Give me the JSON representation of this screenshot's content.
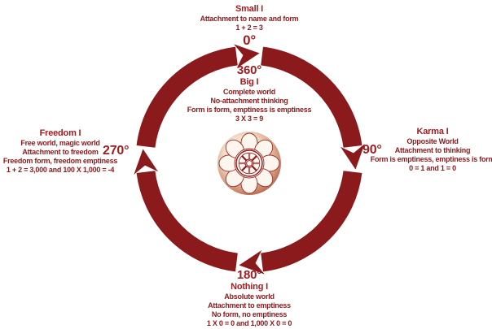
{
  "diagram": {
    "kind": "zen-circle-cycle",
    "colors": {
      "primary": "#8b1a1c",
      "heading": "#a01d20",
      "degree": "#9c2023",
      "lotus_rim": "#9c4a3a",
      "lotus_center": "#fffdf8"
    },
    "center_icon": "lotus-dharma-wheel"
  },
  "stations": {
    "top": {
      "degree": "0°",
      "title": "Small I",
      "lines": [
        "Attachment to name and form",
        "1 + 2 = 3"
      ]
    },
    "inner_top": {
      "degree": "360°",
      "title": "Big I",
      "lines": [
        "Complete world",
        "No-attachment thinking",
        "Form is form, emptiness is emptiness",
        "3 X 3 = 9"
      ]
    },
    "right": {
      "degree": "90°",
      "title": "Karma I",
      "lines": [
        "Opposite World",
        "Attachment to thinking",
        "Form is emptiness, emptiness is form",
        "0 = 1 and 1 = 0"
      ]
    },
    "bottom": {
      "degree": "180°",
      "title": "Nothing I",
      "lines": [
        "Absolute world",
        "Attachment to emptiness",
        "No form, no emptiness",
        "1 X 0 = 0 and 1,000 X 0 = 0"
      ]
    },
    "left": {
      "degree": "270°",
      "title": "Freedom I",
      "lines": [
        "Free world, magic world",
        "Attachment to freedom",
        "Freedom form, freedom emptiness",
        "1 + 2 = 3,000 and 100 X 1,000 = -4"
      ]
    }
  }
}
